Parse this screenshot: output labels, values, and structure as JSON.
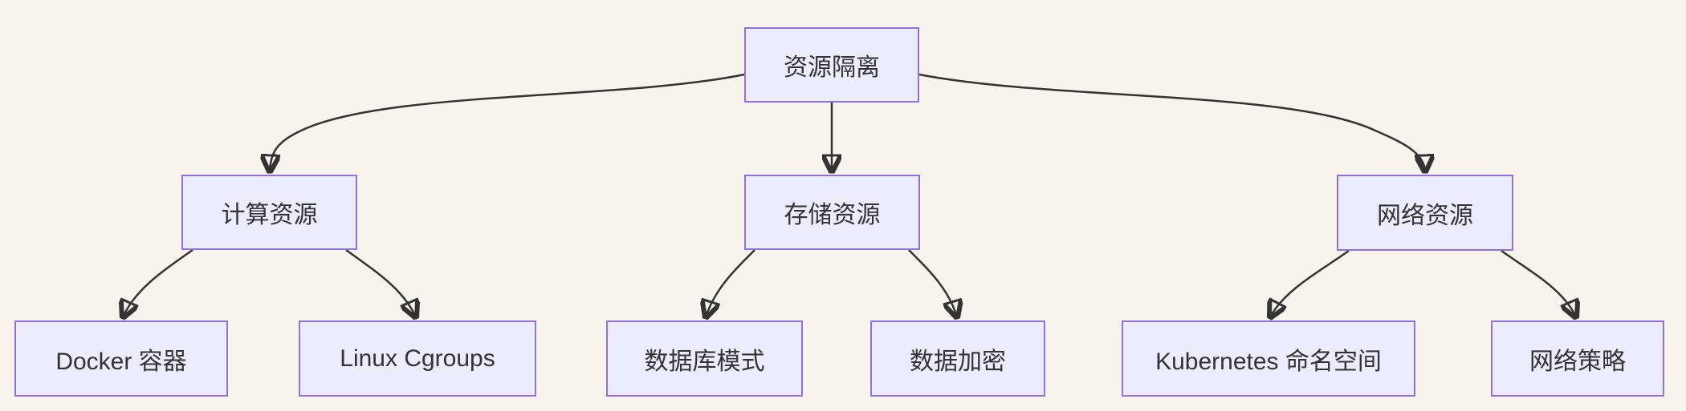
{
  "diagram": {
    "type": "flowchart",
    "direction": "top-down",
    "nodes": {
      "root": {
        "label": "资源隔离"
      },
      "compute": {
        "label": "计算资源"
      },
      "storage": {
        "label": "存储资源"
      },
      "network": {
        "label": "网络资源"
      },
      "docker": {
        "label": "Docker 容器"
      },
      "cgroups": {
        "label": "Linux Cgroups"
      },
      "dbschema": {
        "label": "数据库模式"
      },
      "encryption": {
        "label": "数据加密"
      },
      "k8s_namespace": {
        "label": "Kubernetes 命名空间"
      },
      "net_policy": {
        "label": "网络策略"
      }
    },
    "edges": [
      {
        "from": "root",
        "to": "compute"
      },
      {
        "from": "root",
        "to": "storage"
      },
      {
        "from": "root",
        "to": "network"
      },
      {
        "from": "compute",
        "to": "docker"
      },
      {
        "from": "compute",
        "to": "cgroups"
      },
      {
        "from": "storage",
        "to": "dbschema"
      },
      {
        "from": "storage",
        "to": "encryption"
      },
      {
        "from": "network",
        "to": "k8s_namespace"
      },
      {
        "from": "network",
        "to": "net_policy"
      }
    ],
    "colors": {
      "background": "#F7F3ED",
      "node_fill": "#ECECFF",
      "node_border": "#9370DB",
      "edge_stroke": "#333333",
      "text": "#333333"
    }
  }
}
